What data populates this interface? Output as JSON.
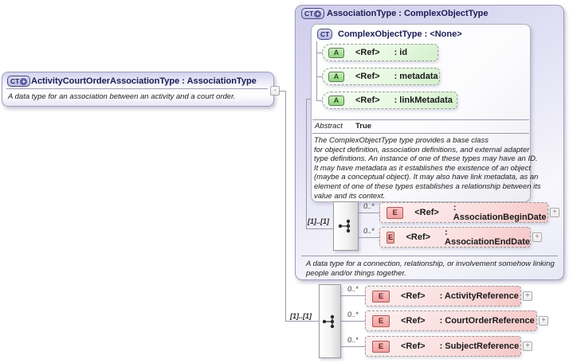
{
  "diagram": {
    "main_type": {
      "icon": "CT",
      "icon_plus": "+",
      "title": "ActivityCourtOrderAssociationType : AssociationType",
      "description": "A data type for an association between an activity and a court order.",
      "port_glyph": "-"
    },
    "association_type": {
      "icon": "CT",
      "icon_plus": "+",
      "title": "AssociationType : ComplexObjectType",
      "description_lines": [
        "A data type for a connection, relationship, or involvement somehow linking",
        "people and/or things together."
      ],
      "base": {
        "icon": "CT",
        "title": "ComplexObjectType : <None>",
        "attributes": [
          {
            "icon": "A",
            "ref": "<Ref>",
            "name": ": id"
          },
          {
            "icon": "A",
            "ref": "<Ref>",
            "name": ": metadata"
          },
          {
            "icon": "A",
            "ref": "<Ref>",
            "name": ": linkMetadata"
          }
        ],
        "abstract_label": "Abstract",
        "abstract_value": "True",
        "description_lines": [
          "The ComplexObjectType type provides a base class",
          "for object definition, association definitions, and external adapter",
          "type definitions. An instance of one of these types may have an ID.",
          "It may have metadata as it establishes the existence of an object",
          "(maybe a conceptual object). It may also have link metadata, as an",
          "element of one of these types establishes a relationship between its",
          "value and its context."
        ]
      },
      "sequence": {
        "cardinality": "[1]..[1]",
        "elements": [
          {
            "icon": "E",
            "occurs": "0..*",
            "ref": "<Ref>",
            "name": ": AssociationBeginDate",
            "expand": "+"
          },
          {
            "icon": "E",
            "occurs": "0..*",
            "ref": "<Ref>",
            "name": ": AssociationEndDate",
            "expand": "+"
          }
        ]
      }
    },
    "main_sequence": {
      "cardinality": "[1]..[1]",
      "elements": [
        {
          "icon": "E",
          "occurs": "0..*",
          "ref": "<Ref>",
          "name": ": ActivityReference",
          "expand": "+"
        },
        {
          "icon": "E",
          "occurs": "0..*",
          "ref": "<Ref>",
          "name": ": CourtOrderReference",
          "expand": "+"
        },
        {
          "icon": "E",
          "occurs": "0..*",
          "ref": "<Ref>",
          "name": ": SubjectReference",
          "expand": "+"
        }
      ]
    }
  }
}
